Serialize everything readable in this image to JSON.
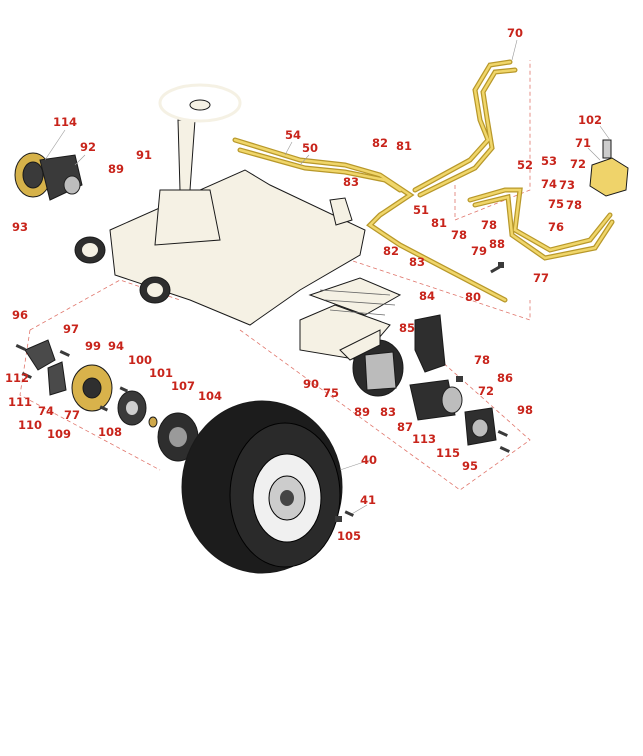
{
  "colors": {
    "callout": "#c8241b",
    "frame": "#f5f1e4",
    "hydraulic_line": "#e0c24a",
    "tire": "#1c1c1c",
    "gear": "#3a3a3a",
    "dashed_guide": "#e0756b"
  },
  "callouts": [
    {
      "id": "c70",
      "label": "70"
    },
    {
      "id": "c102",
      "label": "102"
    },
    {
      "id": "c71",
      "label": "71"
    },
    {
      "id": "c72a",
      "label": "72"
    },
    {
      "id": "c73",
      "label": "73"
    },
    {
      "id": "c74a",
      "label": "74"
    },
    {
      "id": "c75a",
      "label": "75"
    },
    {
      "id": "c78a",
      "label": "78"
    },
    {
      "id": "c76",
      "label": "76"
    },
    {
      "id": "c77a",
      "label": "77"
    },
    {
      "id": "c52",
      "label": "52"
    },
    {
      "id": "c53",
      "label": "53"
    },
    {
      "id": "c54",
      "label": "54"
    },
    {
      "id": "c50",
      "label": "50"
    },
    {
      "id": "c82a",
      "label": "82"
    },
    {
      "id": "c81a",
      "label": "81"
    },
    {
      "id": "c83a",
      "label": "83"
    },
    {
      "id": "c51",
      "label": "51"
    },
    {
      "id": "c81b",
      "label": "81"
    },
    {
      "id": "c78b",
      "label": "78"
    },
    {
      "id": "c78c",
      "label": "78"
    },
    {
      "id": "c82b",
      "label": "82"
    },
    {
      "id": "c83b",
      "label": "83"
    },
    {
      "id": "c79",
      "label": "79"
    },
    {
      "id": "c88",
      "label": "88"
    },
    {
      "id": "c80",
      "label": "80"
    },
    {
      "id": "c114",
      "label": "114"
    },
    {
      "id": "c92",
      "label": "92"
    },
    {
      "id": "c91",
      "label": "91"
    },
    {
      "id": "c89a",
      "label": "89"
    },
    {
      "id": "c93",
      "label": "93"
    },
    {
      "id": "c84",
      "label": "84"
    },
    {
      "id": "c85",
      "label": "85"
    },
    {
      "id": "c78d",
      "label": "78"
    },
    {
      "id": "c86",
      "label": "86"
    },
    {
      "id": "c72b",
      "label": "72"
    },
    {
      "id": "c90",
      "label": "90"
    },
    {
      "id": "c75b",
      "label": "75"
    },
    {
      "id": "c89b",
      "label": "89"
    },
    {
      "id": "c83c",
      "label": "83"
    },
    {
      "id": "c87",
      "label": "87"
    },
    {
      "id": "c113",
      "label": "113"
    },
    {
      "id": "c98",
      "label": "98"
    },
    {
      "id": "c115",
      "label": "115"
    },
    {
      "id": "c95",
      "label": "95"
    },
    {
      "id": "c96",
      "label": "96"
    },
    {
      "id": "c97",
      "label": "97"
    },
    {
      "id": "c99",
      "label": "99"
    },
    {
      "id": "c94",
      "label": "94"
    },
    {
      "id": "c112",
      "label": "112"
    },
    {
      "id": "c100",
      "label": "100"
    },
    {
      "id": "c101",
      "label": "101"
    },
    {
      "id": "c107",
      "label": "107"
    },
    {
      "id": "c104",
      "label": "104"
    },
    {
      "id": "c111",
      "label": "111"
    },
    {
      "id": "c74b",
      "label": "74"
    },
    {
      "id": "c77b",
      "label": "77"
    },
    {
      "id": "c110",
      "label": "110"
    },
    {
      "id": "c109",
      "label": "109"
    },
    {
      "id": "c108",
      "label": "108"
    },
    {
      "id": "c40",
      "label": "40"
    },
    {
      "id": "c41",
      "label": "41"
    },
    {
      "id": "c105",
      "label": "105"
    }
  ]
}
